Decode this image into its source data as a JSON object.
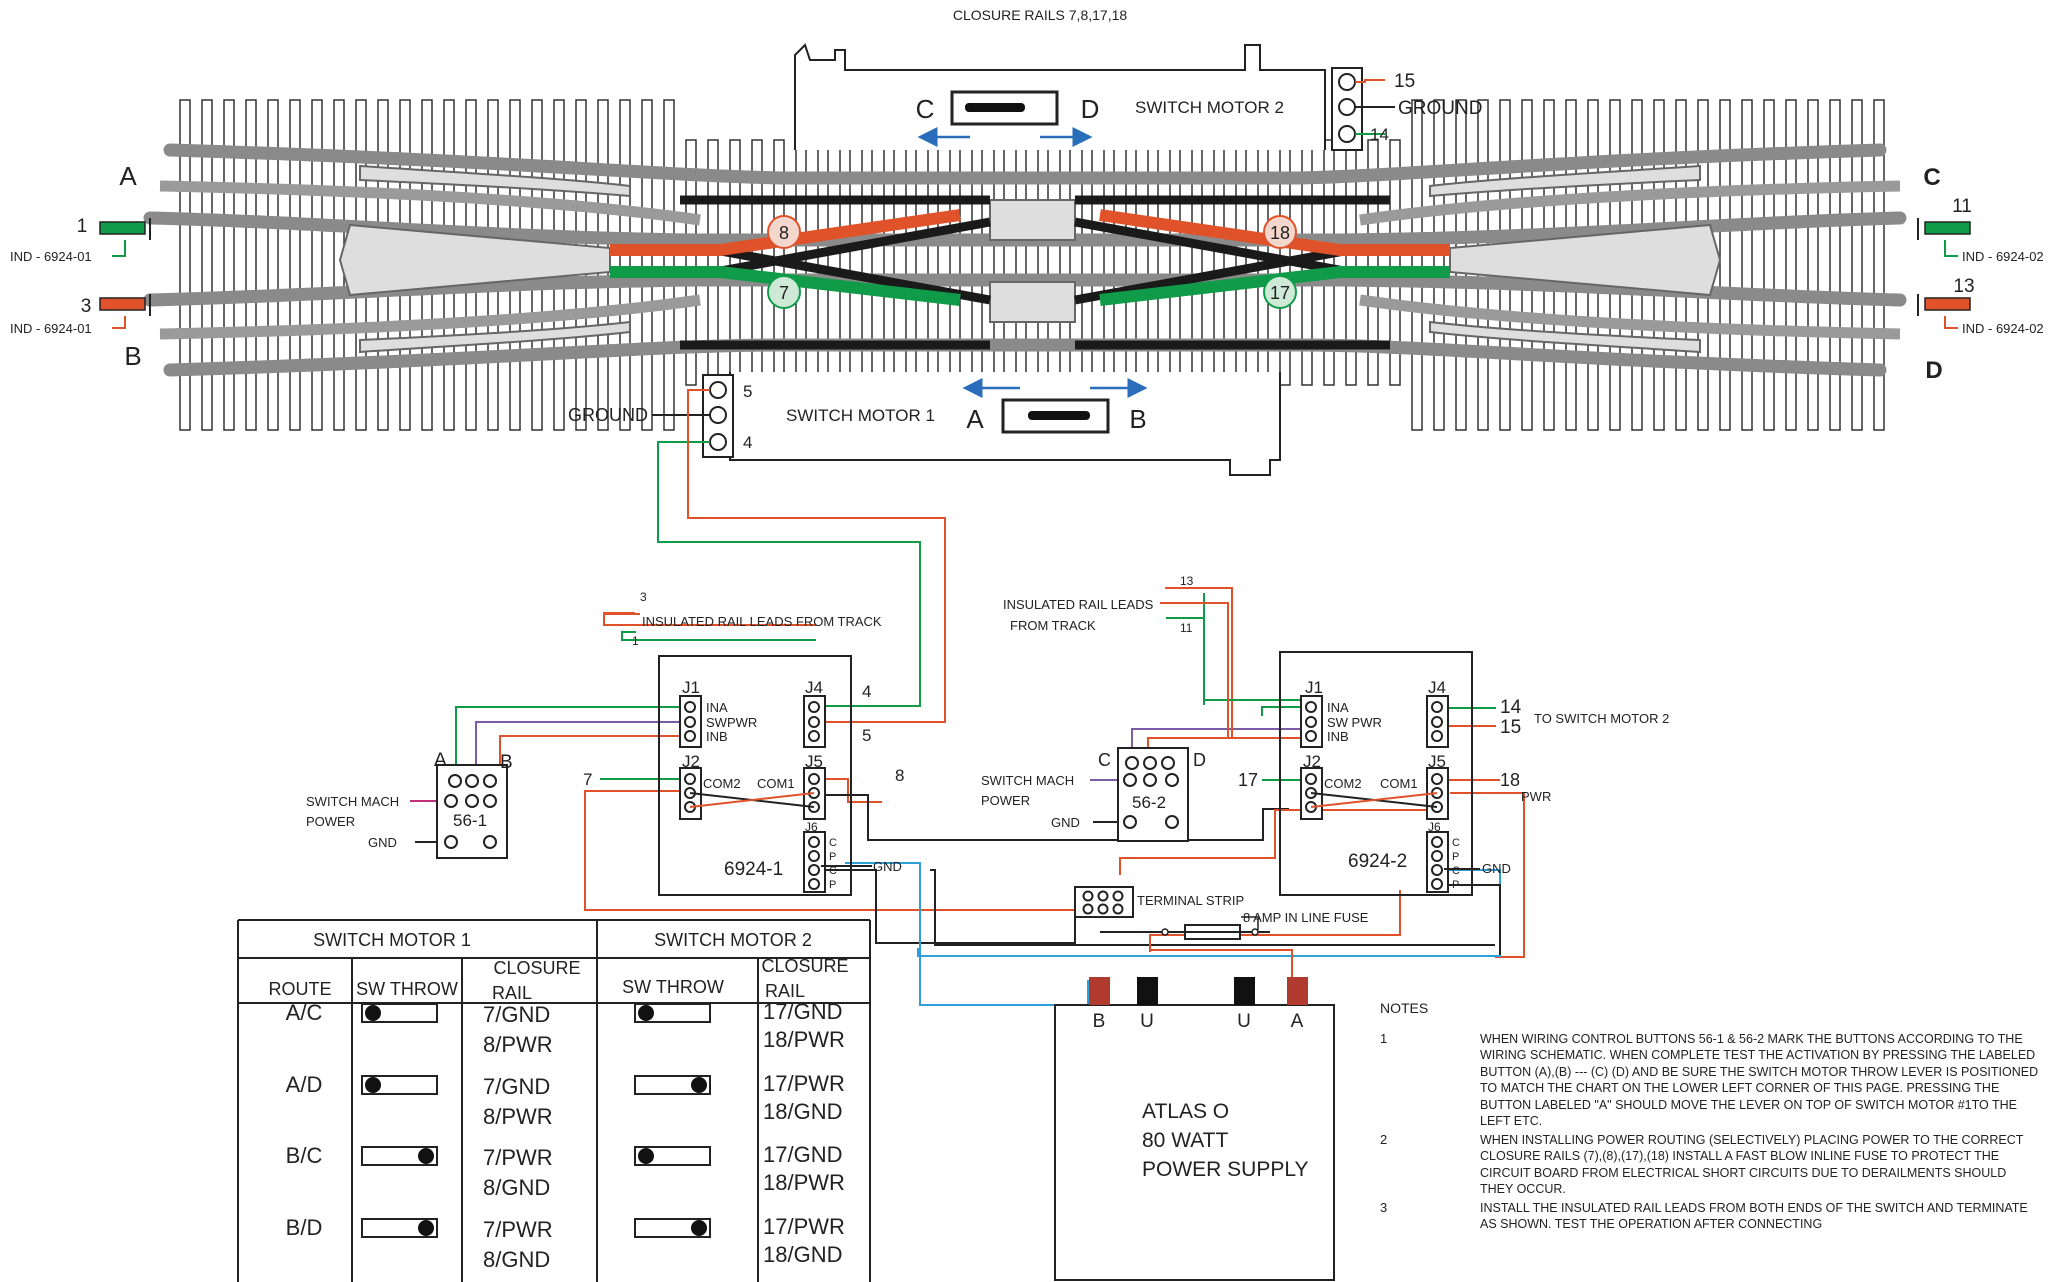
{
  "header": {
    "closure_rails": "CLOSURE RAILS 7,8,17,18"
  },
  "track": {
    "end_labels": {
      "a": "A",
      "b": "B",
      "c": "C",
      "d": "D"
    },
    "wire_numbers": {
      "w1": "1",
      "w3": "3",
      "w11": "11",
      "w13": "13"
    },
    "ind_labels": {
      "left_top": "IND - 6924-01",
      "left_bottom": "IND - 6924-01",
      "right_top": "IND - 6924-02",
      "right_bottom": "IND - 6924-02"
    },
    "closure_circles": {
      "c8": "8",
      "c7": "7",
      "c18": "18",
      "c17": "17"
    }
  },
  "switch_motor_2": {
    "title": "SWITCH MOTOR 2",
    "left": "C",
    "right": "D",
    "terminals": {
      "top": "15",
      "mid": "GROUND",
      "bottom": "14"
    }
  },
  "switch_motor_1": {
    "title": "SWITCH MOTOR 1",
    "left": "A",
    "right": "B",
    "terminals": {
      "top": "5",
      "mid": "GROUND",
      "bottom": "4"
    }
  },
  "board1": {
    "name": "6924-1",
    "j1": "J1",
    "j2": "J2",
    "j4": "J4",
    "j5": "J5",
    "j6": "J6",
    "ina": "INA",
    "swpwr": "SWPWR",
    "inb": "INB",
    "com2": "COM2",
    "com1": "COM1",
    "cpcp": [
      "C",
      "P",
      "C",
      "P"
    ],
    "gnd": "GND",
    "n4": "4",
    "n5": "5",
    "n7": "7",
    "n8": "8"
  },
  "board2": {
    "name": "6924-2",
    "j1": "J1",
    "j2": "J2",
    "j4": "J4",
    "j5": "J5",
    "j6": "J6",
    "ina": "INA",
    "swpwr": "SW PWR",
    "inb": "INB",
    "com2": "COM2",
    "com1": "COM1",
    "cpcp": [
      "C",
      "P",
      "C",
      "P"
    ],
    "gnd": "GND",
    "n14": "14",
    "n15": "15",
    "n17": "17",
    "n18": "18",
    "pwr": "PWR",
    "to_motor": "TO SWITCH MOTOR 2"
  },
  "leads1": {
    "label": "INSULATED RAIL LEADS  FROM TRACK",
    "n3": "3",
    "n1": "1"
  },
  "leads2": {
    "line1": "INSULATED RAIL LEADS",
    "line2": "FROM TRACK",
    "n13": "13",
    "n11": "11"
  },
  "button1": {
    "name": "56-1",
    "a": "A",
    "b": "B",
    "mach1": "SWITCH MACH",
    "mach2": "POWER",
    "gnd": "GND"
  },
  "button2": {
    "name": "56-2",
    "c": "C",
    "d": "D",
    "mach1": "SWITCH MACH",
    "mach2": "POWER",
    "gnd": "GND"
  },
  "terminal_strip": "TERMINAL STRIP",
  "fuse": "8 AMP IN LINE FUSE",
  "power_supply": {
    "line1": "ATLAS O",
    "line2": "80 WATT",
    "line3": "POWER SUPPLY",
    "posts": [
      "B",
      "U",
      "U",
      "A"
    ]
  },
  "table": {
    "sm1": "SWITCH MOTOR 1",
    "sm2": "SWITCH MOTOR 2",
    "route": "ROUTE",
    "sw_throw": "SW THROW",
    "closure1": "CLOSURE",
    "closure2": "RAIL",
    "rows": [
      {
        "route": "A/C",
        "t1": "left",
        "c1a": "7/GND",
        "c1b": "8/PWR",
        "t2": "left",
        "c2a": "17/GND",
        "c2b": "18/PWR"
      },
      {
        "route": "A/D",
        "t1": "left",
        "c1a": "7/GND",
        "c1b": "8/PWR",
        "t2": "right",
        "c2a": "17/PWR",
        "c2b": "18/GND"
      },
      {
        "route": "B/C",
        "t1": "right",
        "c1a": "7/PWR",
        "c1b": "8/GND",
        "t2": "left",
        "c2a": "17/GND",
        "c2b": "18/PWR"
      },
      {
        "route": "B/D",
        "t1": "right",
        "c1a": "7/PWR",
        "c1b": "8/GND",
        "t2": "right",
        "c2a": "17/PWR",
        "c2b": "18/GND"
      }
    ]
  },
  "notes": {
    "title": "NOTES",
    "items": [
      {
        "n": "1",
        "text": "WHEN WIRING CONTROL BUTTONS 56-1 & 56-2 MARK THE BUTTONS ACCORDING TO THE WIRING SCHEMATIC. WHEN COMPLETE TEST THE ACTIVATION BY PRESSING THE LABELED BUTTON (A),(B) --- (C) (D) AND BE SURE THE SWITCH MOTOR  THROW LEVER IS POSITIONED TO MATCH THE CHART ON THE LOWER LEFT CORNER OF THIS PAGE. PRESSING THE BUTTON LABELED \"A\" SHOULD MOVE THE LEVER ON TOP OF SWITCH MOTOR #1TO THE LEFT ETC."
      },
      {
        "n": "2",
        "text": "WHEN INSTALLING POWER ROUTING (SELECTIVELY) PLACING POWER TO THE CORRECT CLOSURE RAILS (7),(8),(17),(18) INSTALL A FAST BLOW INLINE FUSE TO PROTECT THE CIRCUIT BOARD FROM ELECTRICAL SHORT CIRCUITS DUE TO DERAILMENTS SHOULD THEY OCCUR."
      },
      {
        "n": "3",
        "text": "INSTALL THE INSULATED RAIL LEADS FROM BOTH ENDS OF THE SWITCH AND TERMINATE AS SHOWN. TEST THE OPERATION AFTER CONNECTING"
      }
    ]
  },
  "colors": {
    "red": "#e0532a",
    "green": "#0f9b47",
    "blue": "#2f9fda",
    "purple": "#7b5aa6",
    "pink": "#c2307a",
    "rail": "#8a8a8a",
    "closure": "#1a1a1a",
    "tie": "#333333"
  }
}
